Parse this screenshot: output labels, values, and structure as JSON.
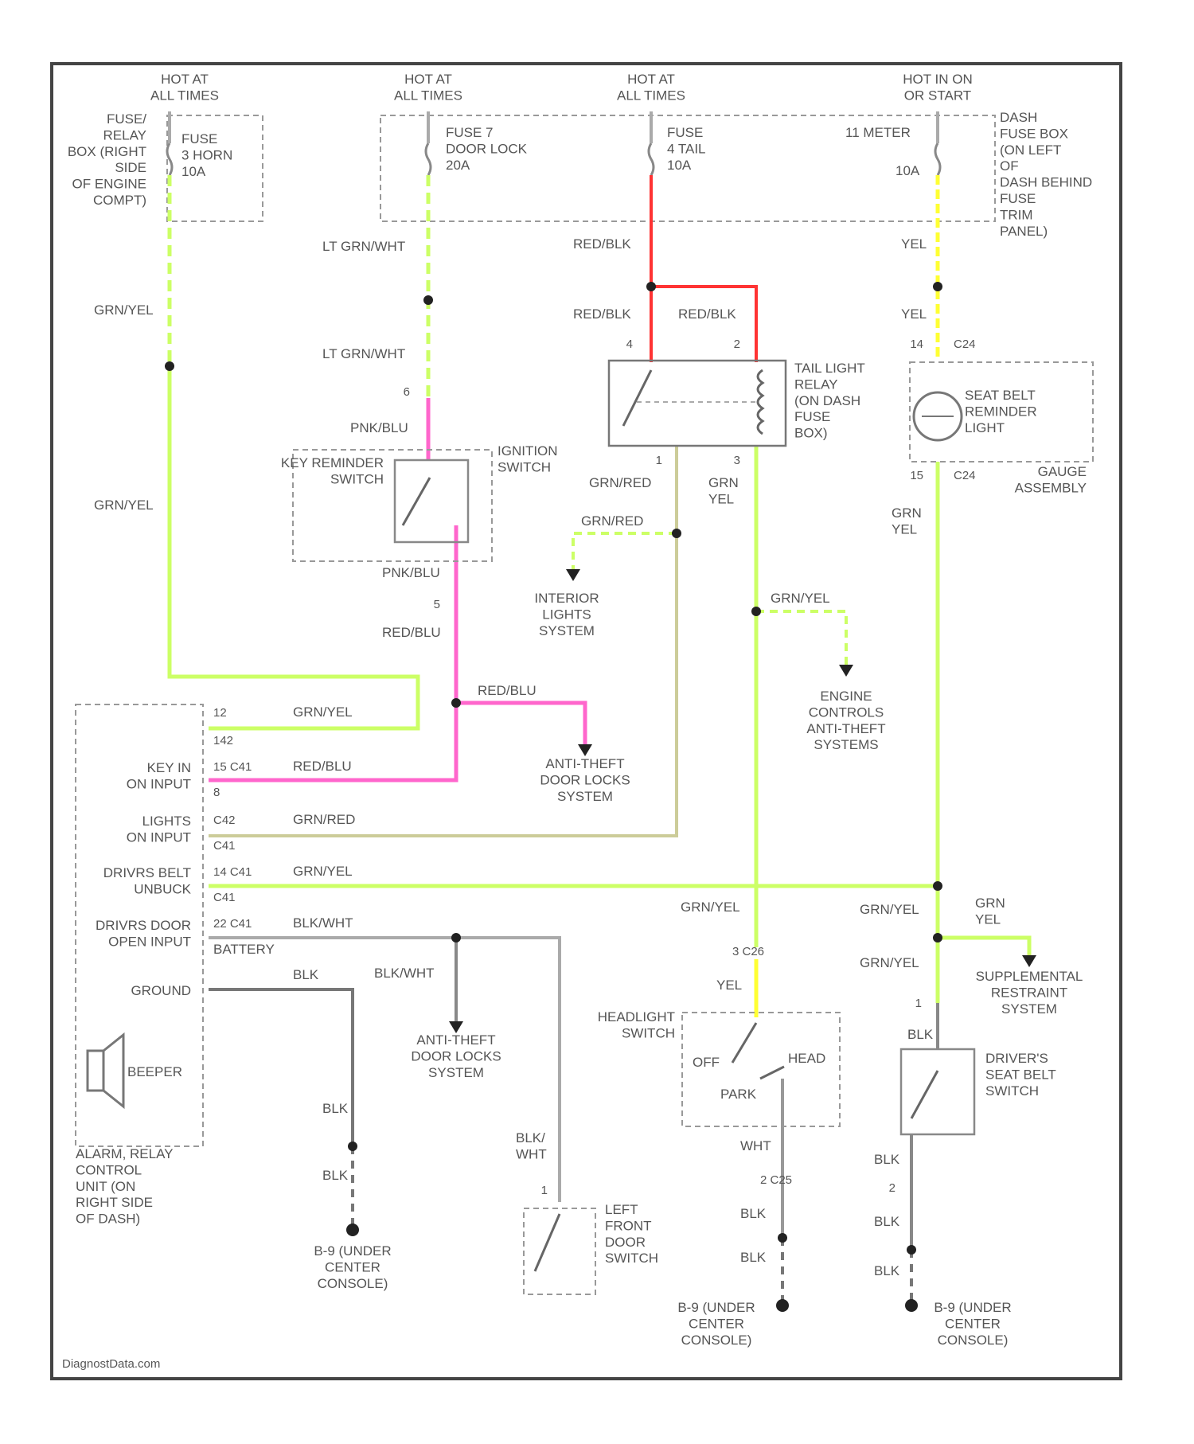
{
  "diagram": {
    "hot_labels": [
      "HOT AT\nALL TIMES",
      "HOT AT\nALL TIMES",
      "HOT AT\nALL TIMES",
      "HOT IN ON\nOR START"
    ],
    "fuse_relay_box": "FUSE/\nRELAY\nBOX (RIGHT\nSIDE\nOF ENGINE\nCOMPT)",
    "fuse_horn": "FUSE\n3 HORN\n10A",
    "fuse_door_lock": "FUSE 7\nDOOR LOCK\n20A",
    "fuse_tail": "FUSE\n4 TAIL\n10A",
    "fuse_meter": "11 METER",
    "fuse_meter_amp": "10A",
    "dash_fuse_box": "DASH\nFUSE BOX\n(ON LEFT\nOF\nDASH BEHIND\nFUSE\nTRIM\nPANEL)",
    "tail_light_relay": "TAIL LIGHT\nRELAY\n(ON DASH\nFUSE\nBOX)",
    "seat_belt_light": "SEAT BELT\nREMINDER\nLIGHT",
    "gauge_assembly": "GAUGE\nASSEMBLY",
    "key_reminder_switch": "KEY REMINDER\nSWITCH",
    "ignition_switch": "IGNITION\nSWITCH",
    "interior_lights": "INTERIOR\nLIGHTS\nSYSTEM",
    "engine_controls": "ENGINE\nCONTROLS\nANTI-THEFT\nSYSTEMS",
    "anti_theft_1": "ANTI-THEFT\nDOOR LOCKS\nSYSTEM",
    "anti_theft_2": "ANTI-THEFT\nDOOR LOCKS\nSYSTEM",
    "alarm_unit": "ALARM, RELAY\nCONTROL\nUNIT (ON\nRIGHT SIDE\nOF DASH)",
    "beeper": "BEEPER",
    "key_in_input": "KEY IN\nON INPUT",
    "lights_on_input": "LIGHTS\nON INPUT",
    "drivers_belt": "DRIVRS BELT\nUNBUCK",
    "drivers_door": "DRIVRS DOOR\nOPEN INPUT",
    "ground": "GROUND",
    "battery": "BATTERY",
    "headlight_switch": "HEADLIGHT\nSWITCH",
    "hs_off": "OFF",
    "hs_park": "PARK",
    "hs_head": "HEAD",
    "left_front_door_switch": "LEFT\nFRONT\nDOOR\nSWITCH",
    "drivers_seat_belt_switch": "DRIVER'S\nSEAT BELT\nSWITCH",
    "srs": "SUPPLEMENTAL\nRESTRAINT\nSYSTEM",
    "ground_left": "B-9 (UNDER\nCENTER\nCONSOLE)",
    "ground_mid": "B-9 (UNDER\nCENTER\nCONSOLE)",
    "ground_right": "B-9 (UNDER\nCENTER\nCONSOLE)",
    "watermark": "DiagnostData.com",
    "wires": {
      "grn_yel": "GRN/YEL",
      "lt_grn_wht": "LT GRN/WHT",
      "red_blk": "RED/BLK",
      "yel": "YEL",
      "pnk_blu": "PNK/BLU",
      "red_blu": "RED/BLU",
      "grn_red": "GRN/RED",
      "grn_yel_stack": "GRN\nYEL",
      "blk_wht": "BLK/WHT",
      "blk": "BLK",
      "blk_wht_stack": "BLK/\nWHT",
      "wht": "WHT"
    },
    "pins": {
      "p6": "6",
      "p5": "5",
      "p4": "4",
      "p2": "2",
      "p1": "1",
      "p3": "3",
      "p14": "14",
      "p15": "15",
      "p12": "12",
      "p_c24a": "C24",
      "p_c24b": "C24",
      "p_c42": "C42",
      "p_c41": "C41",
      "p_142": "142",
      "p_1514": "15 C41",
      "p8": "8",
      "p_1414": "14 C41",
      "p_1412": "C42",
      "p_c41b": "C41",
      "p_c41c": "22 C41",
      "p_c26": "3 C26",
      "p_c25": "2 C25"
    },
    "colors": {
      "green": "#ccff66",
      "pink": "#ff66cc",
      "red": "#ff3333",
      "yellow": "#ffff33",
      "tan": "#cccc99",
      "gray": "#999999",
      "frame": "#444444"
    }
  }
}
